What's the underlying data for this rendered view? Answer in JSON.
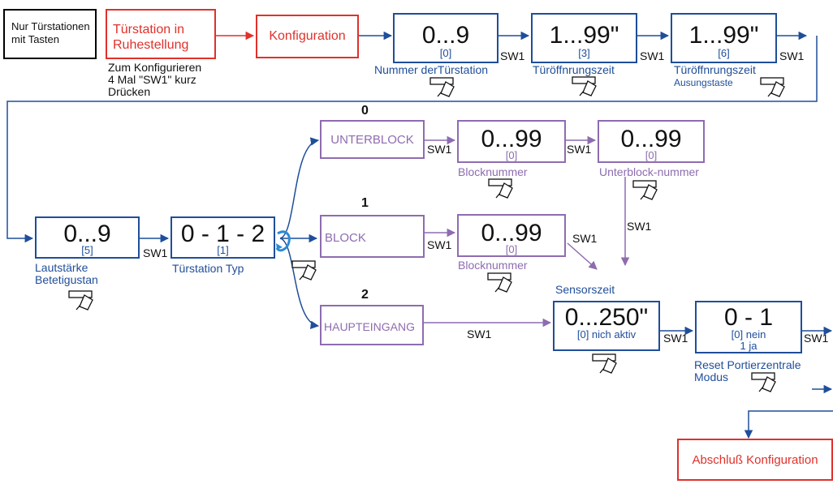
{
  "boxes": {
    "nur": "Nur Türstationen mit Tasten",
    "ruhe": "Türstation in Ruhestellung",
    "konfig": "Konfiguration",
    "nummer": {
      "range": "0...9",
      "default": "[0]"
    },
    "oeffnung1": {
      "range": "1...99\"",
      "default": "[3]"
    },
    "oeffnung2": {
      "range": "1...99\"",
      "default": "[6]"
    },
    "laut": {
      "range": "0...9",
      "default": "[5]"
    },
    "typ": {
      "range": "0 - 1 - 2",
      "default": "[1]"
    },
    "unterblock": "UNTERBLOCK",
    "block": "BLOCK",
    "haupt": "HAUPTEINGANG",
    "bn1": {
      "range": "0...99",
      "default": "[0]"
    },
    "ubn": {
      "range": "0...99",
      "default": "[0]"
    },
    "bn2": {
      "range": "0...99",
      "default": "[0]"
    },
    "sensor": {
      "range": "0...250\"",
      "default": "[0] nich aktiv"
    },
    "reset": {
      "range": "0 - 1",
      "default1": "[0] nein",
      "default2": "1  ja"
    },
    "abschluss": "Abschluß Konfiguration"
  },
  "labels": {
    "instruction": [
      "Zum Konfigurieren",
      "4 Mal \"SW1\" kurz",
      "Drücken"
    ],
    "nummer": "Nummer derTürstation",
    "oeffnung1": "Türöffnrungszeit",
    "oeffnung2": "Türöffnrungszeit",
    "ausung": "Ausungstaste",
    "laut": [
      "Lautstärke",
      "Betetigustan"
    ],
    "typ": "Türstation Typ",
    "bn1": "Blocknummer",
    "ubn": "Unterblock-nummer",
    "bn2": "Blocknummer",
    "sensor": "Sensorszeit",
    "reset": [
      "Reset Portierzentrale",
      "Modus"
    ],
    "n0": "0",
    "n1": "1",
    "n2": "2",
    "sw": "SW1"
  },
  "colors": {
    "blue": "#1f4e9a",
    "purple": "#8e6cb0",
    "red": "#e0312b"
  },
  "icons": [
    "hand-button-icon",
    "rotate-icon"
  ]
}
